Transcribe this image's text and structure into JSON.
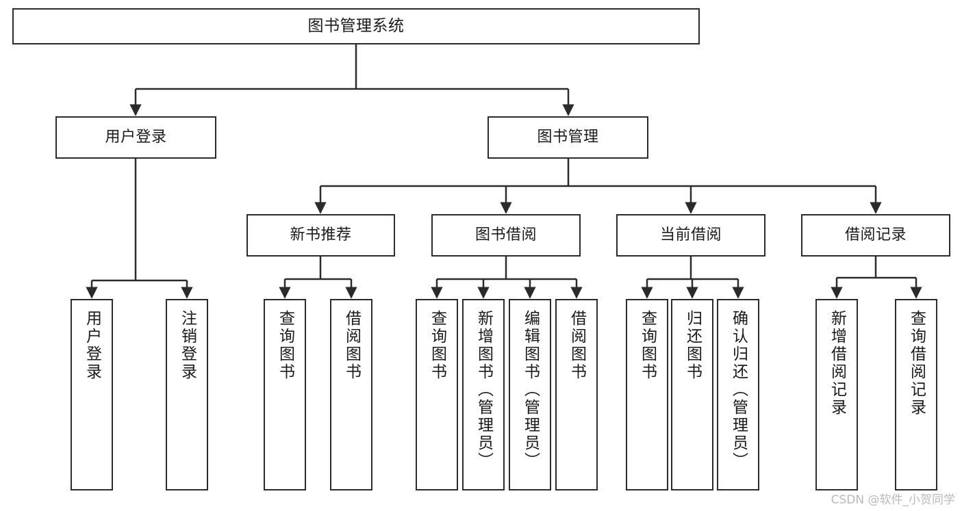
{
  "diagram": {
    "type": "tree-hierarchy-chart",
    "title": "图书管理系统",
    "watermark": "CSDN @软件_小贺同学",
    "colors": {
      "box_border": "#2b2b2b",
      "box_fill": "#ffffff",
      "connector": "#2b2b2b",
      "text": "#1a1a1a",
      "watermark": "#b9b9b9",
      "background": "#ffffff"
    },
    "nodes": {
      "root": {
        "label": "图书管理系统"
      },
      "level2": [
        {
          "label": "用户登录"
        },
        {
          "label": "图书管理"
        }
      ],
      "level3": [
        {
          "label": "新书推荐"
        },
        {
          "label": "图书借阅"
        },
        {
          "label": "当前借阅"
        },
        {
          "label": "借阅记录"
        }
      ],
      "leaves": {
        "user_login": [
          {
            "label": "用户登录"
          },
          {
            "label": "注销登录"
          }
        ],
        "new_book_recommend": [
          {
            "label": "查询图书"
          },
          {
            "label": "借阅图书"
          }
        ],
        "book_borrow": [
          {
            "label": "查询图书"
          },
          {
            "label": "新增图书（管理员）"
          },
          {
            "label": "编辑图书（管理员）"
          },
          {
            "label": "借阅图书"
          }
        ],
        "current_borrow": [
          {
            "label": "查询图书"
          },
          {
            "label": "归还图书"
          },
          {
            "label": "确认归还（管理员）"
          }
        ],
        "borrow_record": [
          {
            "label": "新增借阅记录"
          },
          {
            "label": "查询借阅记录"
          }
        ]
      }
    }
  }
}
